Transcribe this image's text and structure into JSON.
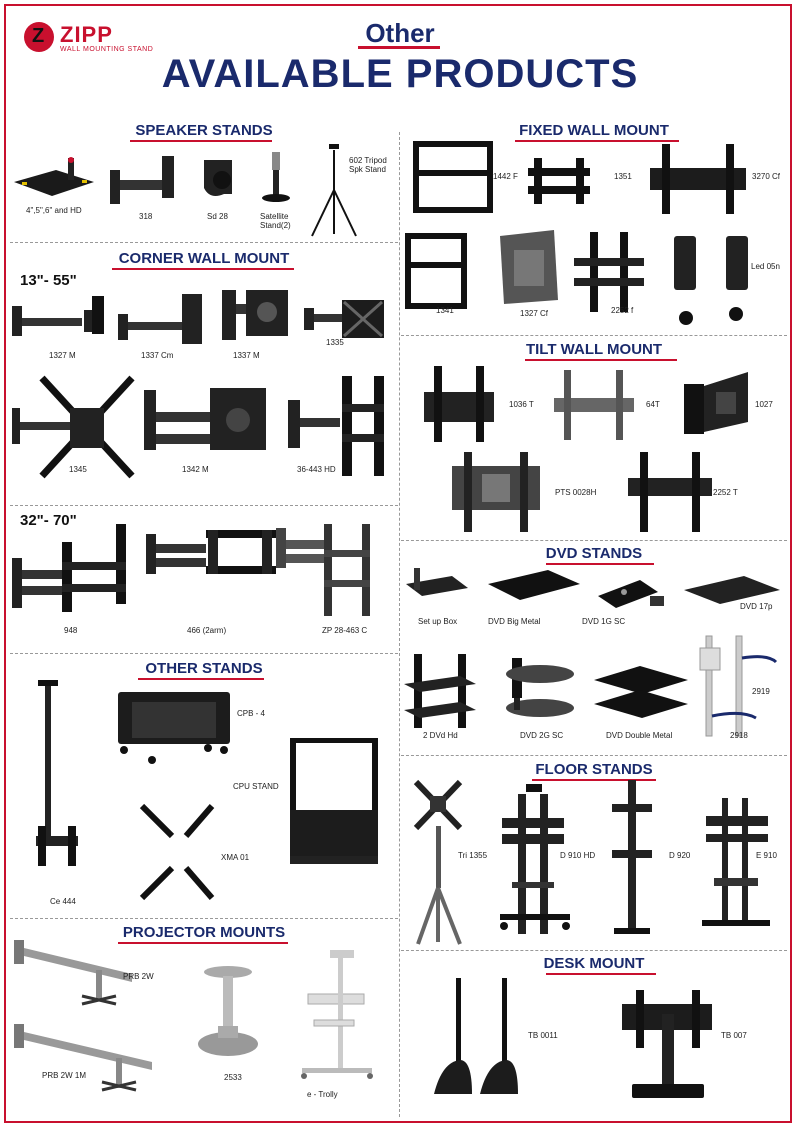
{
  "brand": {
    "name": "ZIPP",
    "tagline": "WALL MOUNTING STAND"
  },
  "header": {
    "line1": "Other",
    "line2": "AVAILABLE PRODUCTS"
  },
  "sections": {
    "speaker": {
      "title": "SPEAKER STANDS",
      "items": [
        "4\",5\",6\" and HD",
        "318",
        "Sd 28",
        "Satellite Stand(2)",
        "602 Tripod Spk Stand"
      ]
    },
    "corner": {
      "title": "CORNER WALL MOUNT",
      "size1": "13\"- 55\"",
      "items1": [
        "1327 M",
        "1337 Cm",
        "1337 M",
        "1335",
        "1345",
        "1342 M",
        "36-443 HD"
      ],
      "size2": "32\"- 70\"",
      "items2": [
        "948",
        "466 (2arm)",
        "ZP 28-463 C"
      ]
    },
    "other": {
      "title": "OTHER STANDS",
      "items": [
        "CPB - 4",
        "CPU STAND",
        "XMA 01",
        "Ce 444"
      ]
    },
    "projector": {
      "title": "PROJECTOR MOUNTS",
      "items": [
        "PRB 2W",
        "PRB 2W 1M",
        "2533",
        "e - Trolly"
      ]
    },
    "fixed": {
      "title": "FIXED WALL MOUNT",
      "items": [
        "1442 F",
        "1351",
        "3270 Cf",
        "1341",
        "1327 Cf",
        "2252 f",
        "Led 05n"
      ]
    },
    "tilt": {
      "title": "TILT WALL MOUNT",
      "items": [
        "1036 T",
        "64T",
        "1027",
        "PTS 0028H",
        "2252 T"
      ]
    },
    "dvd": {
      "title": "DVD STANDS",
      "items": [
        "Set up Box",
        "DVD Big Metal",
        "DVD 1G SC",
        "DVD 17p",
        "2 DVd Hd",
        "DVD 2G SC",
        "DVD Double Metal",
        "2919",
        "2918"
      ]
    },
    "floor": {
      "title": "FLOOR STANDS",
      "items": [
        "Tri 1355",
        "D 910 HD",
        "D 920",
        "E 910"
      ]
    },
    "desk": {
      "title": "DESK MOUNT",
      "items": [
        "TB 0011",
        "TB 007"
      ]
    }
  },
  "colors": {
    "navy": "#1a2a6c",
    "red": "#c8102e",
    "ink": "#111111"
  }
}
